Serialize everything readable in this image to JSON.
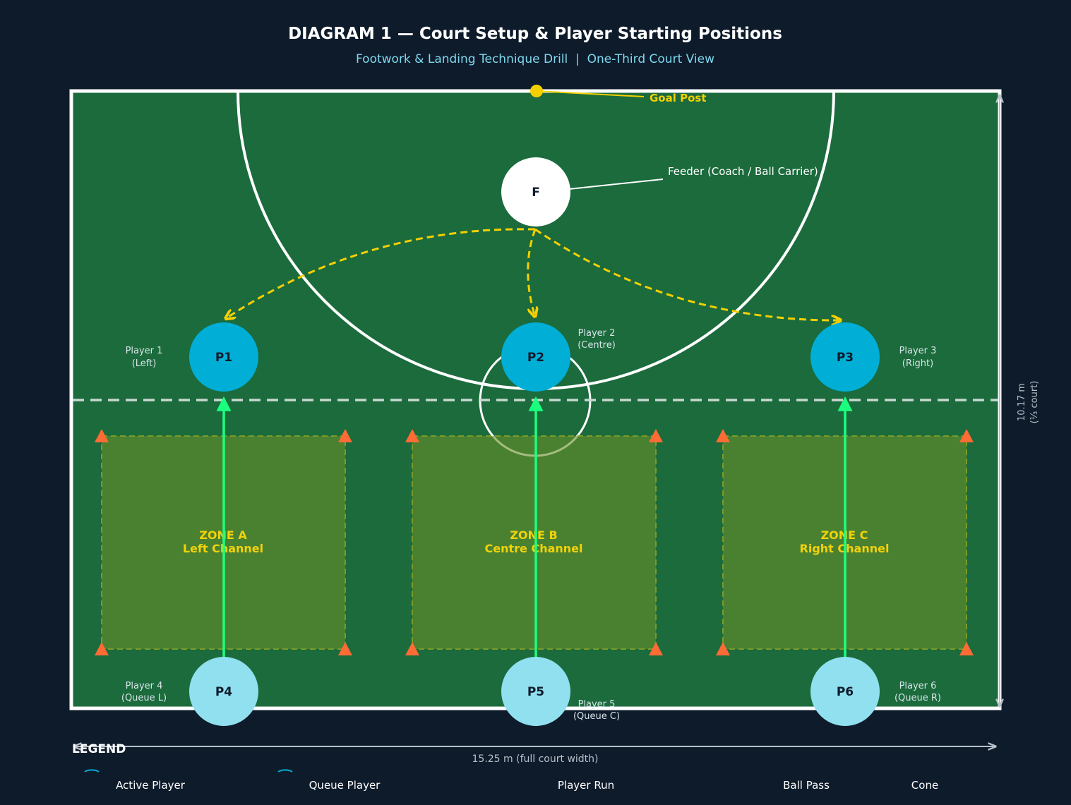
{
  "header": {
    "title": "DIAGRAM 1 — Court Setup & Player Starting Positions",
    "subtitle": "Footwork & Landing Technique Drill  |  One-Third Court View"
  },
  "colors": {
    "background": "#0e1b2b",
    "court": "#1b6b3c",
    "court_line": "#ffffff",
    "zone_fill": "#6b8f2a",
    "zone_text": "#f2d20a",
    "active_player": "#00aed6",
    "queue_player": "#90e0f0",
    "feeder": "#ffffff",
    "player_run": "#1bff7e",
    "ball_pass": "#f5d000",
    "cone": "#ff6b35",
    "goal_post": "#f5d000",
    "dimension": "#b8c0c8"
  },
  "court": {
    "goal_post_label": "Goal Post",
    "feeder_label": "Feeder (Coach / Ball Carrier)",
    "width_label": "15.25 m (full court width)",
    "height_label_line1": "10.17 m",
    "height_label_line2": "(⅓ court)"
  },
  "feeder": {
    "marker": "F"
  },
  "players": {
    "p1": {
      "marker": "P1",
      "label_line1": "Player 1",
      "label_line2": "(Left)"
    },
    "p2": {
      "marker": "P2",
      "label_line1": "Player 2",
      "label_line2": "(Centre)"
    },
    "p3": {
      "marker": "P3",
      "label_line1": "Player 3",
      "label_line2": "(Right)"
    },
    "p4": {
      "marker": "P4",
      "label_line1": "Player 4",
      "label_line2": "(Queue L)"
    },
    "p5": {
      "marker": "P5",
      "label_line1": "Player 5",
      "label_line2": "(Queue C)"
    },
    "p6": {
      "marker": "P6",
      "label_line1": "Player 6",
      "label_line2": "(Queue R)"
    }
  },
  "zones": {
    "a": {
      "name": "ZONE A",
      "channel": "Left Channel"
    },
    "b": {
      "name": "ZONE B",
      "channel": "Centre Channel"
    },
    "c": {
      "name": "ZONE C",
      "channel": "Right Channel"
    }
  },
  "legend": {
    "title": "LEGEND",
    "active_player": "Active Player",
    "queue_player": "Queue Player",
    "player_run": "Player Run",
    "ball_pass": "Ball Pass",
    "cone": "Cone"
  }
}
